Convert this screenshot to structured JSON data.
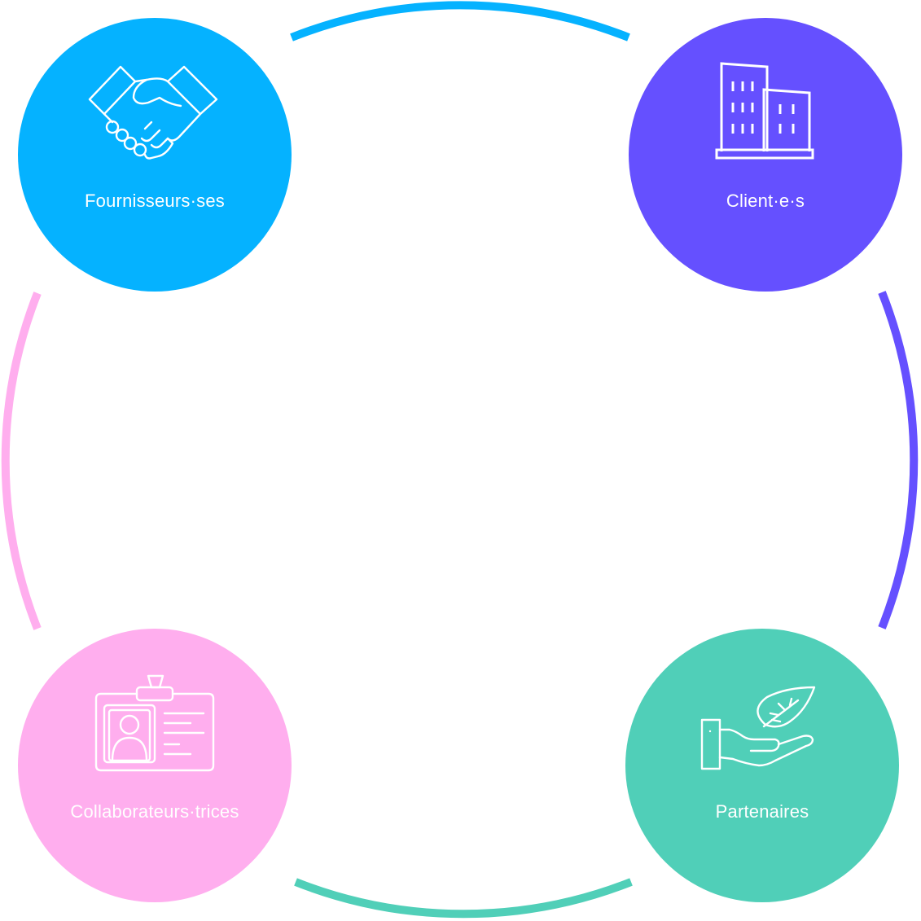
{
  "colors": {
    "suppliers": "#05B2FF",
    "clients": "#6550FF",
    "collaborators": "#FFAEEE",
    "partners": "#50CFB8",
    "label_text": "#FFFFFF"
  },
  "nodes": [
    {
      "key": "suppliers",
      "label": "Fournisseurs·ses",
      "icon": "handshake-icon"
    },
    {
      "key": "clients",
      "label": "Client·e·s",
      "icon": "buildings-icon"
    },
    {
      "key": "collaborators",
      "label": "Collaborateurs·trices",
      "icon": "id-badge-icon"
    },
    {
      "key": "partners",
      "label": "Partenaires",
      "icon": "hand-leaf-icon"
    }
  ],
  "arcs": [
    {
      "from": "suppliers",
      "to": "clients",
      "color": "#05B2FF"
    },
    {
      "from": "clients",
      "to": "partners",
      "color": "#6550FF"
    },
    {
      "from": "partners",
      "to": "collaborators",
      "color": "#50CFB8"
    },
    {
      "from": "collaborators",
      "to": "suppliers",
      "color": "#FFAEEE"
    }
  ]
}
